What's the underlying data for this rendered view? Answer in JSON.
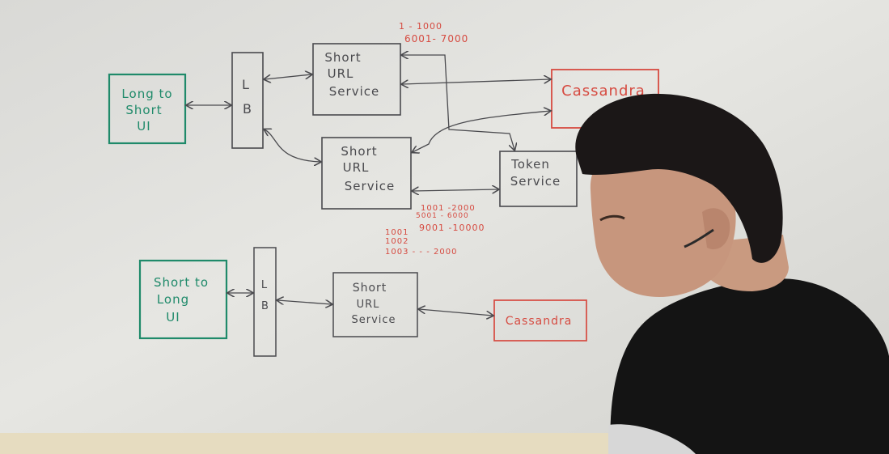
{
  "colors": {
    "board": "#e3e3df",
    "ink_dark": "#4a4a4e",
    "ink_green": "#1f8a6a",
    "ink_red": "#d64a40"
  },
  "top_system": {
    "ui_box": {
      "lines": [
        "Long to",
        "Short",
        "UI"
      ]
    },
    "lb": {
      "lines": [
        "L",
        "B"
      ]
    },
    "service_1": {
      "lines": [
        "Short",
        "URL",
        "Service"
      ]
    },
    "service_2": {
      "lines": [
        "Short",
        "URL",
        "Service"
      ]
    },
    "database": {
      "label": "Cassandra"
    },
    "token_service": {
      "lines": [
        "Token",
        "Service"
      ]
    },
    "ranges_service_1": [
      "1 - 1000",
      "6001- 7000"
    ],
    "ranges_service_2": [
      "1001 -2000",
      "5001 - 6000",
      "9001 -10000"
    ],
    "counter_notes": [
      "1001",
      "1002",
      "1003 - - - 2000"
    ]
  },
  "bottom_system": {
    "ui_box": {
      "lines": [
        "Short to",
        "Long",
        "UI"
      ]
    },
    "lb": {
      "lines": [
        "L",
        "B"
      ]
    },
    "service": {
      "lines": [
        "Short",
        "URL",
        "Service"
      ]
    },
    "database": {
      "label": "Cassandra"
    }
  }
}
